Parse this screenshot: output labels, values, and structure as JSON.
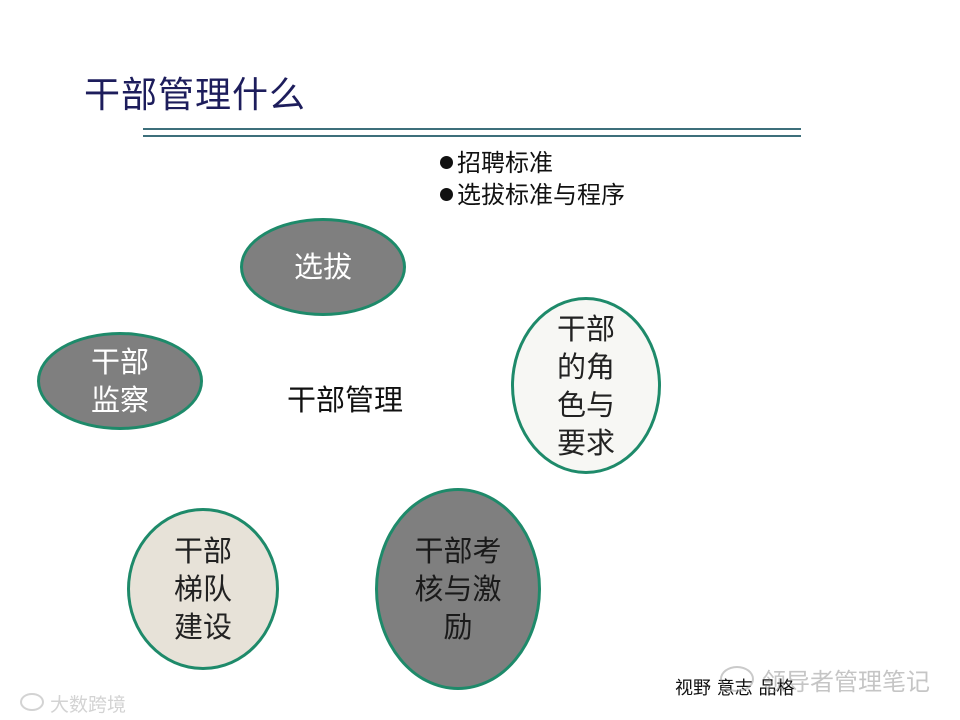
{
  "slide": {
    "title": "干部管理什么",
    "bullets": [
      "招聘标准",
      "选拔标准与程序"
    ],
    "center_label": "干部管理",
    "nodes": [
      {
        "label": "选拔"
      },
      {
        "label": "干部\n监察"
      },
      {
        "label": "干部\n的角\n色与\n要求"
      },
      {
        "label": "干部\n梯队\n建设"
      },
      {
        "label": "干部考\n核与激\n励"
      }
    ],
    "footer": "视野 意志 品格"
  },
  "watermarks": {
    "account": "领导者管理笔记",
    "brand": "大数跨境"
  },
  "colors": {
    "title": "#1d1d5c",
    "node_border": "#1e8a6a",
    "node_gray": "#7f7f7f",
    "rule": "#3d6f7b"
  }
}
